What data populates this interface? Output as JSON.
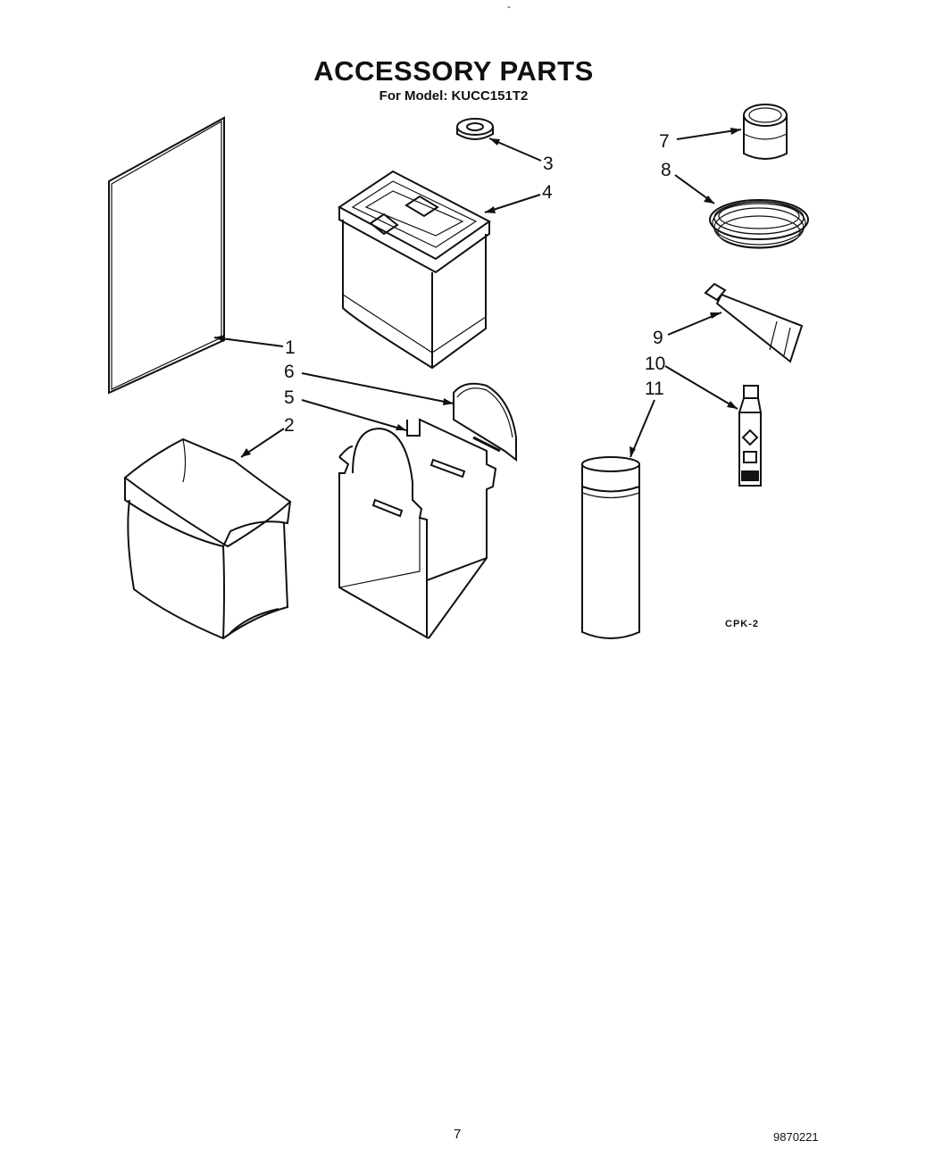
{
  "header": {
    "top_mark": "-",
    "title": "ACCESSORY PARTS",
    "subtitle": "For Model: KUCC151T2"
  },
  "callouts": {
    "c1": "1",
    "c2": "2",
    "c3": "3",
    "c4": "4",
    "c5": "5",
    "c6": "6",
    "c7": "7",
    "c8": "8",
    "c9": "9",
    "c10": "10",
    "c11": "11"
  },
  "figure_code": "CPK-2",
  "footer": {
    "page_number": "7",
    "doc_number": "9870221"
  }
}
